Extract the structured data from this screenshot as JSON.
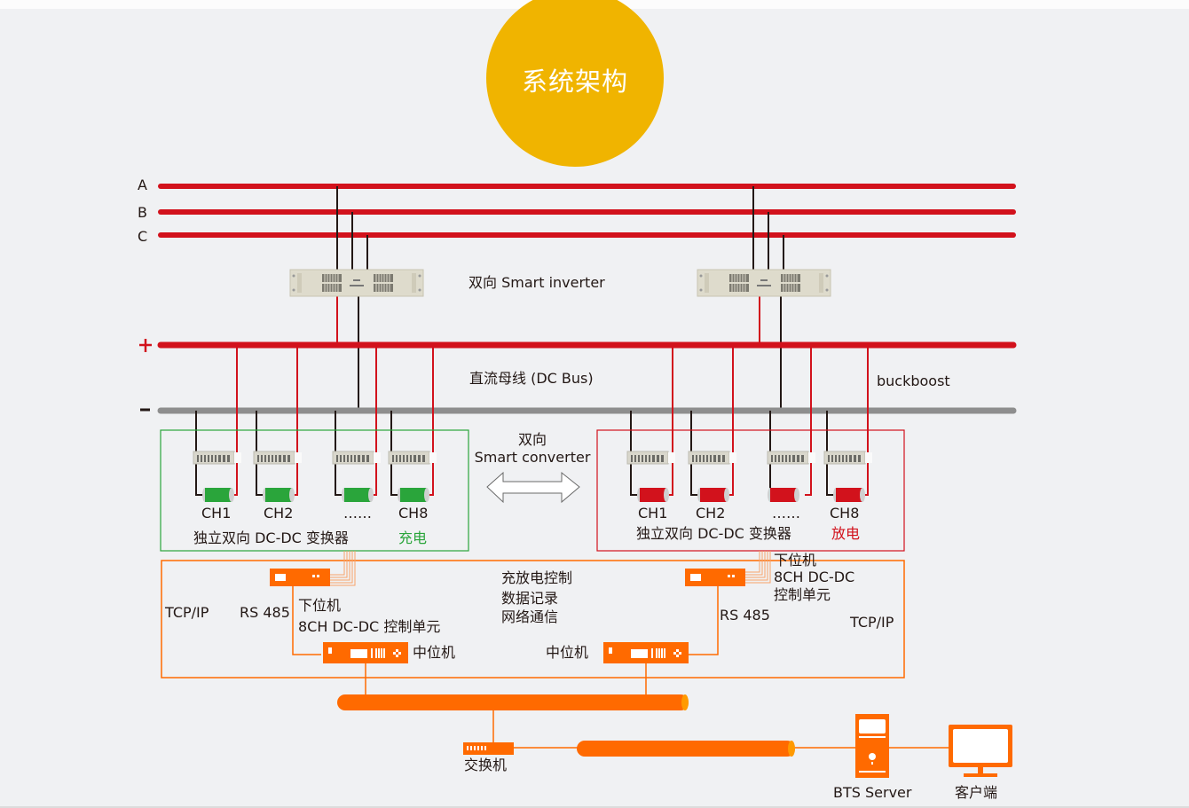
{
  "title": "系统架构",
  "colors": {
    "title_circle": "#f0b400",
    "ac_line": "#d2121c",
    "dc_positive": "#d2121c",
    "dc_negative": "#8e8e8e",
    "charge": "#2aa53b",
    "discharge": "#d2121c",
    "network": "#ff6a00"
  },
  "ac_phases": [
    "A",
    "B",
    "C"
  ],
  "dc_bus": {
    "positive_symbol": "+",
    "negative_symbol": "-",
    "label": "直流母线 (DC Bus)"
  },
  "inverter_label": "双向 Smart inverter",
  "buckboost_label": "buckboost",
  "converter_label": {
    "line1": "双向",
    "line2": "Smart converter"
  },
  "groups": [
    {
      "channels": [
        "CH1",
        "CH2",
        "……",
        "CH8"
      ],
      "caption": "独立双向 DC-DC 变换器",
      "mode": "充电"
    },
    {
      "channels": [
        "CH1",
        "CH2",
        "……",
        "CH8"
      ],
      "caption": "独立双向 DC-DC 变换器",
      "mode": "放电"
    }
  ],
  "control": {
    "left": {
      "tcpip": "TCP/IP",
      "rs485": "RS 485",
      "lower_unit_title": "下位机",
      "lower_unit_desc": "8CH DC-DC 控制单元",
      "middle_unit": "中位机"
    },
    "center_functions": [
      "充放电控制",
      "数据记录",
      "网络通信"
    ],
    "right": {
      "lower_unit_title": "下位机",
      "lower_unit_desc_line1": "8CH  DC-DC",
      "lower_unit_desc_line2": "控制单元",
      "rs485": "RS 485",
      "tcpip": "TCP/IP",
      "middle_unit": "中位机"
    }
  },
  "network": {
    "switch_label": "交换机",
    "server_label": "BTS Server",
    "client_label": "客户端"
  }
}
